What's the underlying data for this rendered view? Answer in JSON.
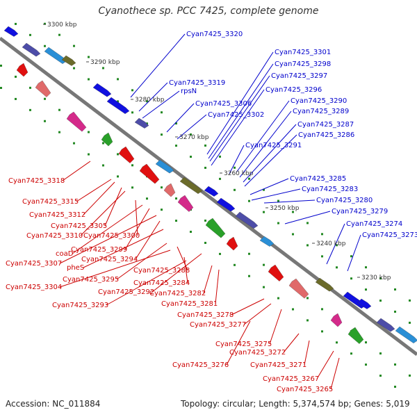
{
  "title": "Cyanothece sp. PCC 7425, complete genome",
  "footer": {
    "accession": "Accession: NC_011884",
    "summary": "Topology: circular; Length: 5,374,574 bp; Genes: 5,019"
  },
  "colors": {
    "backbone": "#777777",
    "forward_gene": "#1010e0",
    "reverse_gene": "#e01010",
    "label_forward": "#0000cc",
    "label_reverse": "#cc0000",
    "tick": "#228822"
  },
  "kbp_ticks": [
    "3300 kbp",
    "3290 kbp",
    "3280 kbp",
    "3270 kbp",
    "3260 kbp",
    "3250 kbp",
    "3240 kbp",
    "3230 kbp"
  ],
  "forward_labels": [
    "Cyan7425_3320",
    "Cyan7425_3319",
    "rpsN",
    "Cyan7425_3301",
    "Cyan7425_3298",
    "Cyan7425_3297",
    "Cyan7425_3296",
    "Cyan7425_3306",
    "Cyan7425_3290",
    "Cyan7425_3302",
    "Cyan7425_3289",
    "Cyan7425_3287",
    "Cyan7425_3286",
    "Cyan7425_3291",
    "Cyan7425_3285",
    "Cyan7425_3283",
    "Cyan7425_3280",
    "Cyan7425_3279",
    "Cyan7425_3274",
    "Cyan7425_3273"
  ],
  "reverse_labels": [
    "Cyan7425_3318",
    "Cyan7425_3315",
    "Cyan7425_3312",
    "Cyan7425_3305",
    "Cyan7425_3310",
    "Cyan7425_3300",
    "coaD",
    "Cyan7425_3299",
    "Cyan7425_3307",
    "Cyan7425_3294",
    "pheS",
    "Cyan7425_3288",
    "Cyan7425_3295",
    "Cyan7425_3284",
    "Cyan7425_3304",
    "Cyan7425_3292",
    "Cyan7425_3282",
    "Cyan7425_3293",
    "Cyan7425_3281",
    "Cyan7425_3278",
    "Cyan7425_3277",
    "Cyan7425_3275",
    "Cyan7425_3272",
    "Cyan7425_3276",
    "Cyan7425_3271",
    "Cyan7425_3267",
    "Cyan7425_3265"
  ]
}
